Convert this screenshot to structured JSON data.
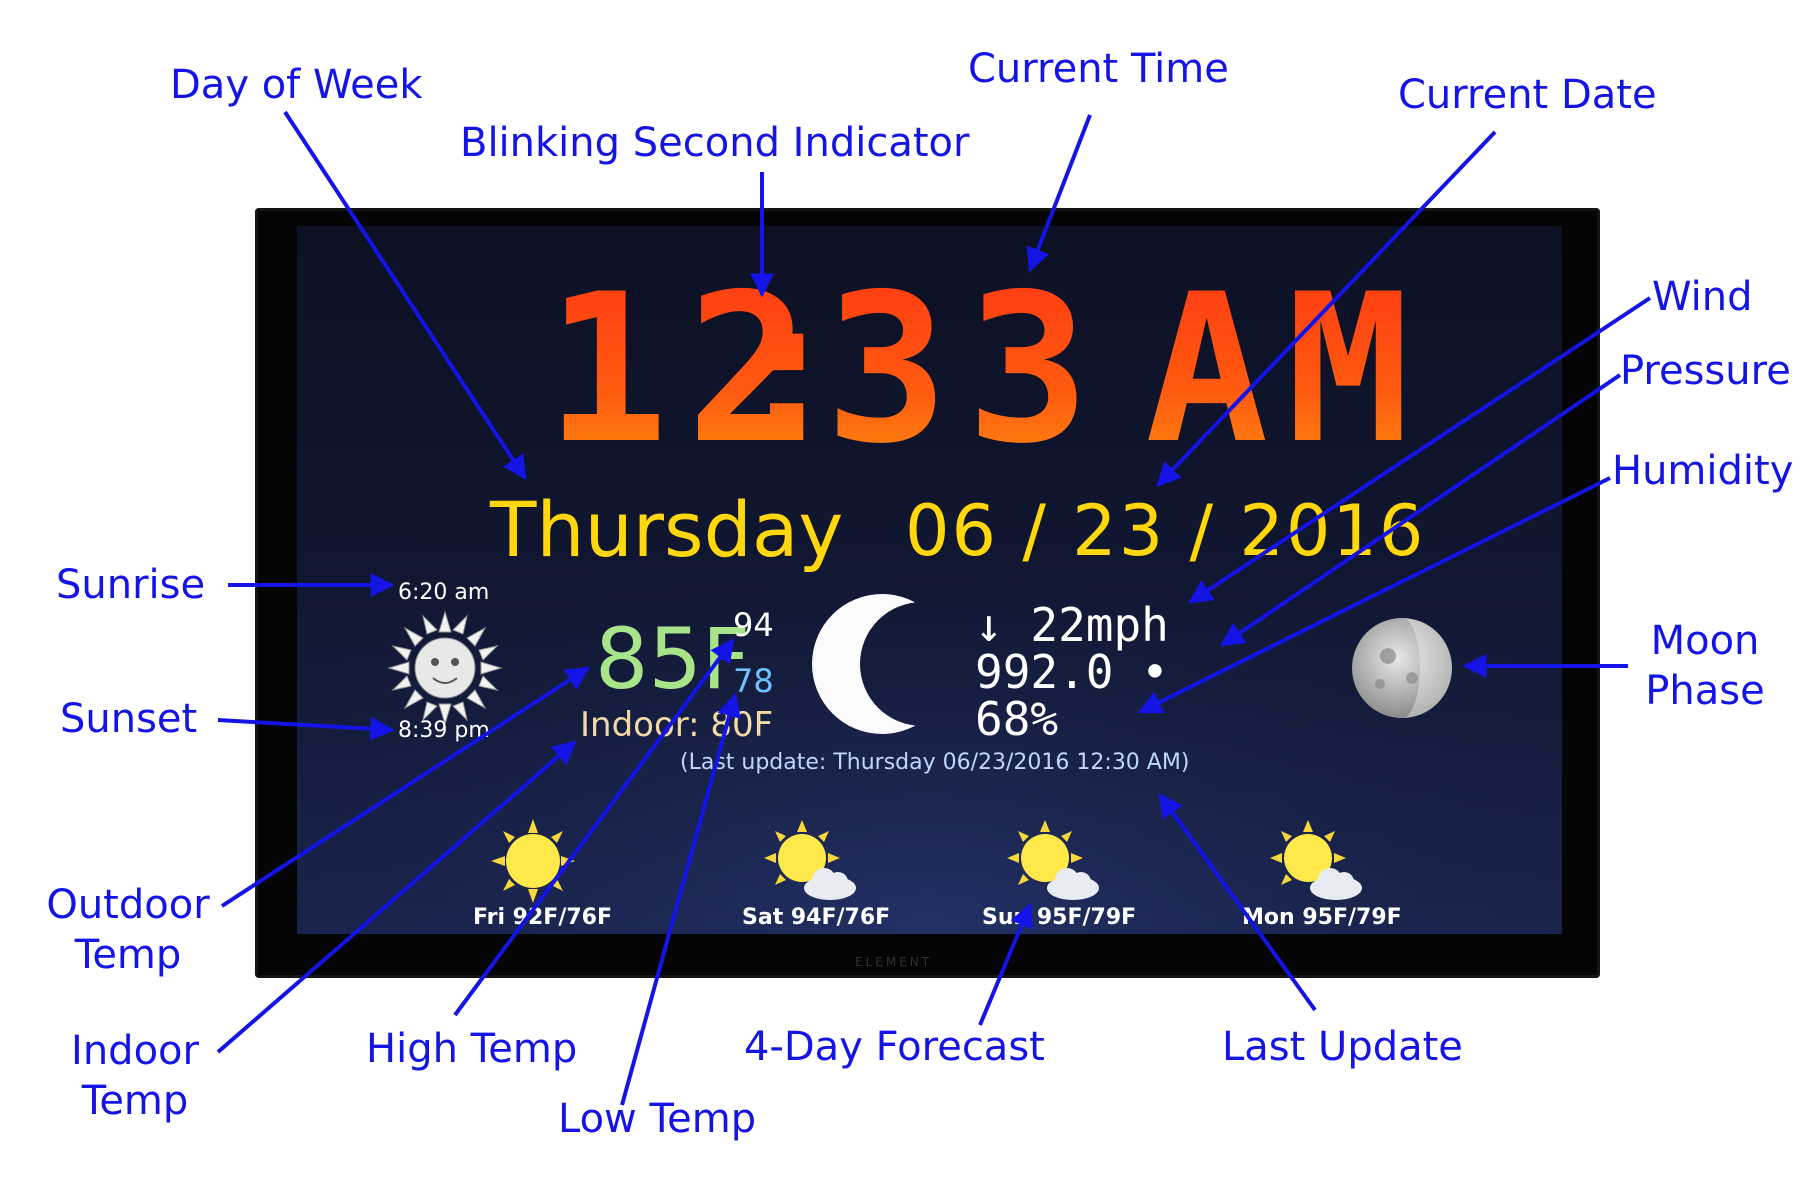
{
  "callouts": {
    "day_of_week": "Day of Week",
    "blinking_second": "Blinking Second Indicator",
    "current_time": "Current Time",
    "current_date": "Current Date",
    "wind": "Wind",
    "pressure": "Pressure",
    "humidity": "Humidity",
    "sunrise": "Sunrise",
    "sunset": "Sunset",
    "moon_phase_1": "Moon",
    "moon_phase_2": "Phase",
    "outdoor_temp_1": "Outdoor",
    "outdoor_temp_2": "Temp",
    "indoor_temp_1": "Indoor",
    "indoor_temp_2": "Temp",
    "high_temp": "High Temp",
    "low_temp": "Low Temp",
    "forecast": "4-Day Forecast",
    "last_update": "Last Update"
  },
  "display": {
    "clock_hour": "12",
    "clock_colon": ":",
    "clock_minute": "33",
    "clock_ampm": "AM",
    "day": "Thursday",
    "date": "06 / 23 / 2016",
    "sunrise": "6:20 am",
    "sunset": "8:39 pm",
    "outdoor_temp": "85F",
    "high": "94",
    "low": "78",
    "indoor": "Indoor: 80F",
    "wind": "↓ 22mph",
    "pressure": "992.0 •",
    "humidity": "68%",
    "last_update": "(Last update: Thursday 06/23/2016 12:30 AM)",
    "bezel_brand": "ELEMENT"
  },
  "forecast": [
    {
      "label": "Fri 92F/76F",
      "icon": "sun-icon"
    },
    {
      "label": "Sat 94F/76F",
      "icon": "partly-cloudy-icon"
    },
    {
      "label": "Sun 95F/79F",
      "icon": "partly-cloudy-icon"
    },
    {
      "label": "Mon 95F/79F",
      "icon": "partly-cloudy-icon"
    }
  ],
  "colors": {
    "callout": "#1414e6",
    "clock": "#ff4a10",
    "date_text": "#ffd70a",
    "outdoor_temp": "#a8e58a",
    "low_temp": "#6fc1ff"
  }
}
